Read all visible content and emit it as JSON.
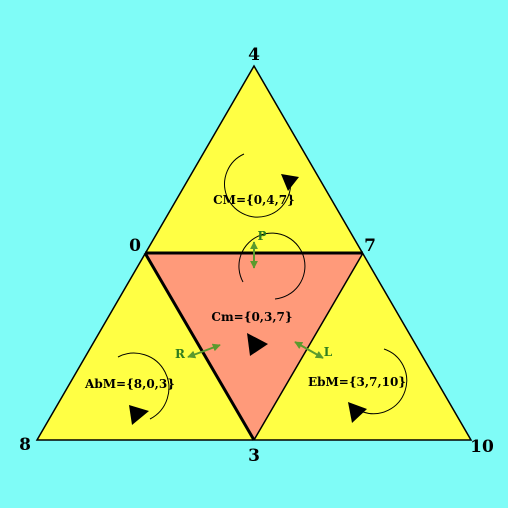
{
  "colors": {
    "background": "#7ffcf7",
    "major": "#ffff44",
    "minor": "#ff9a7a",
    "operation": "#5a9a2e"
  },
  "vertices": {
    "top": "4",
    "left": "0",
    "right": "7",
    "bottom_left": "8",
    "bottom": "3",
    "bottom_right": "10"
  },
  "triads": {
    "top": "CM={0,4,7}",
    "center": "Cm={0,3,7}",
    "left": "AbM={8,0,3}",
    "right": "EbM={3,7,10}"
  },
  "operations": {
    "p": "P",
    "r": "R",
    "l": "L"
  }
}
